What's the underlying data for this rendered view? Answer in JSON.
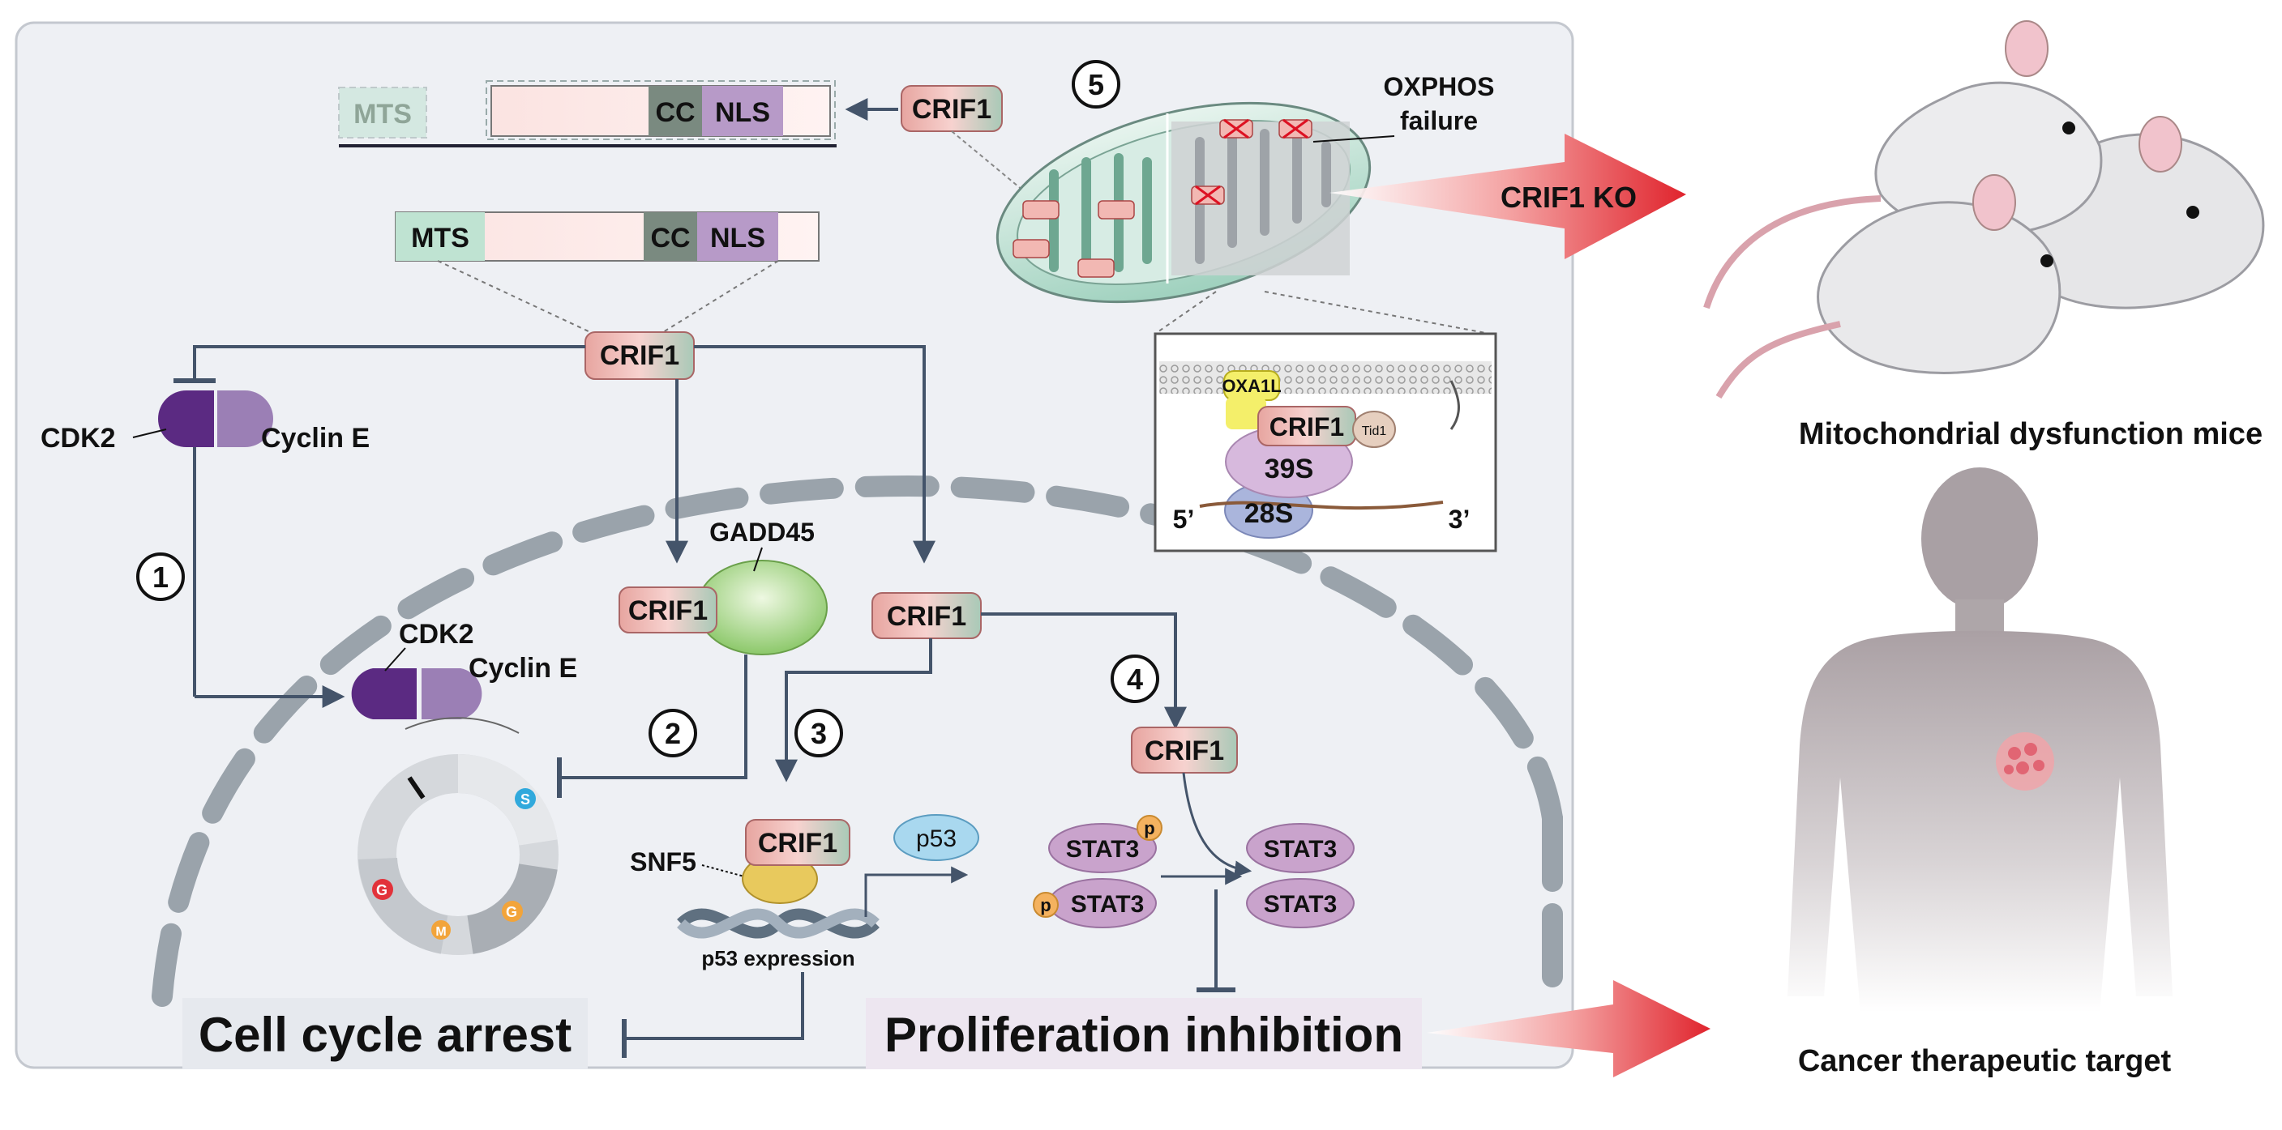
{
  "labels": {
    "crif1": "CRIF1",
    "mts": "MTS",
    "cc": "CC",
    "nls": "NLS",
    "cdk2": "CDK2",
    "cyclin_e": "Cyclin E",
    "gadd45": "GADD45",
    "snf5": "SNF5",
    "p53": "p53",
    "p53_expression": "p53 expression",
    "stat3": "STAT3",
    "p": "p",
    "oxphos": "OXPHOS",
    "failure": "failure",
    "crif1_ko": "CRIF1 KO",
    "oxa1l": "OXA1L",
    "tid1": "Tid1",
    "s39": "39S",
    "s28": "28S",
    "five_prime": "5’",
    "three_prime": "3’",
    "phase_s": "S",
    "phase_g1": "G",
    "phase_g2": "G",
    "phase_m": "M",
    "cell_cycle_arrest": "Cell cycle arrest",
    "proliferation_inhibition": "Proliferation inhibition",
    "mito_dysfunction_mice": "Mitochondrial dysfunction mice",
    "cancer_target": "Cancer therapeutic target"
  },
  "steps": [
    "1",
    "2",
    "3",
    "4",
    "5"
  ],
  "colors": {
    "panel": "#eef0f4",
    "nucleus_dash": "#9aa3ab",
    "arrow": "#44546a",
    "crif1_fill": "#f2b8b3",
    "cdk2": "#5b2a82",
    "mts": "#bfe3d2",
    "cc": "#7a8a80",
    "nls": "#b79ac8",
    "stat3": "#c9a3cc",
    "p_badge": "#f4b25f",
    "big_arrow": "#e8343c"
  }
}
